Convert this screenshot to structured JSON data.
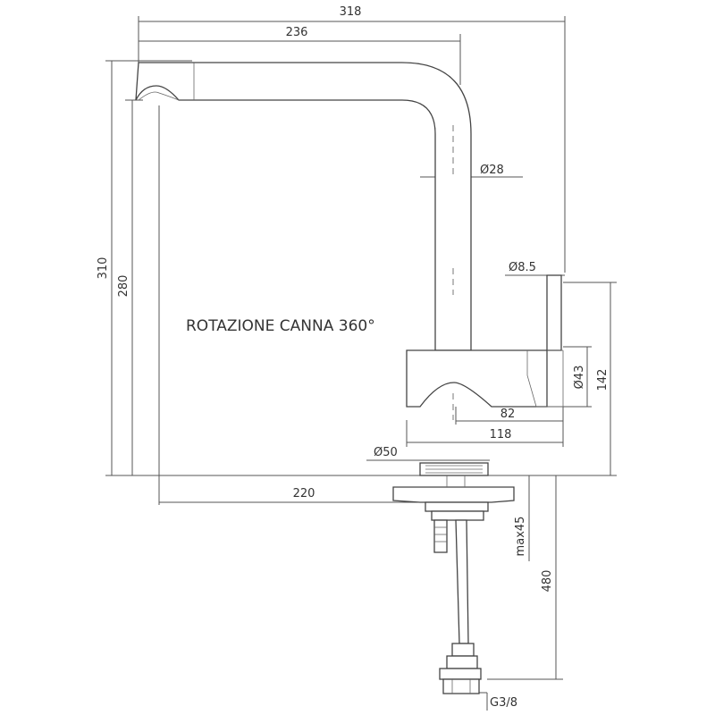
{
  "note": "ROTAZIONE CANNA 360°",
  "dimensions": {
    "total_width": "318",
    "spout_reach": "236",
    "total_height": "310",
    "spout_height": "280",
    "spout_diameter": "Ø28",
    "lever_diameter": "Ø8.5",
    "body_diameter": "Ø43",
    "body_height": "142",
    "body_offset": "82",
    "body_depth": "118",
    "base_diameter": "Ø50",
    "base_to_outlet": "220",
    "max_deck": "max45",
    "hose_length": "480",
    "connection": "G3/8"
  }
}
